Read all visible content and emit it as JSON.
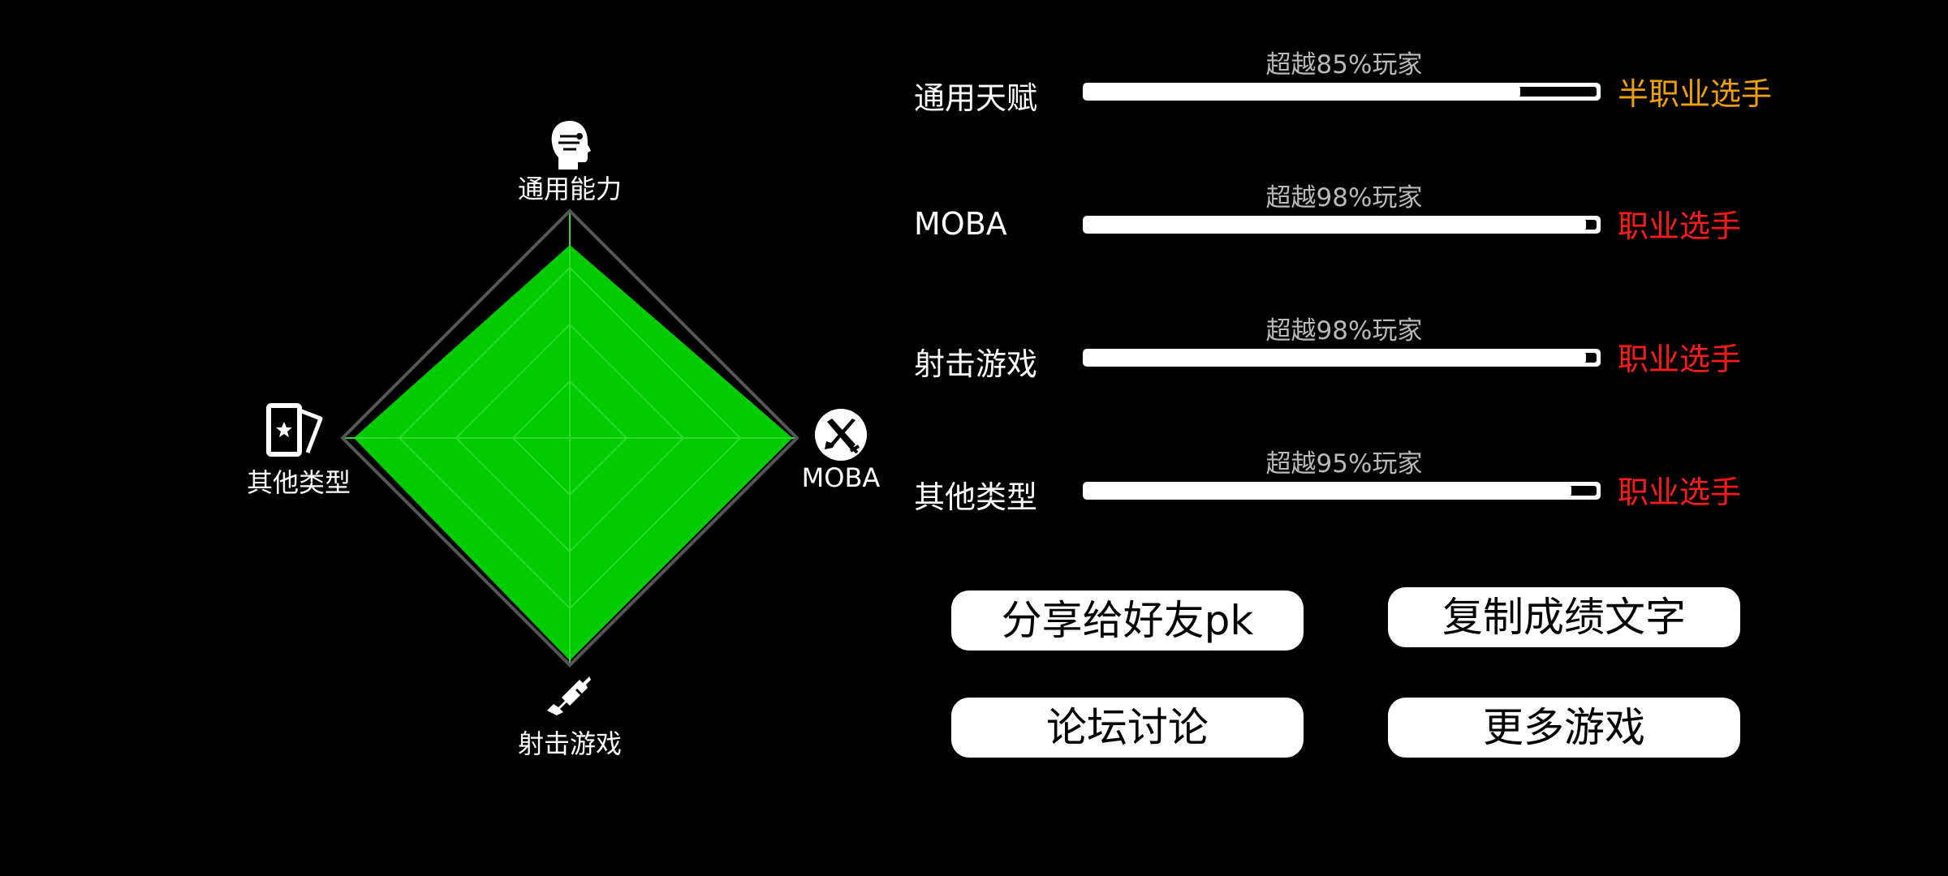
{
  "radar": {
    "axes": [
      {
        "key": "top",
        "label": "通用能力",
        "icon": "head-icon"
      },
      {
        "key": "right",
        "label": "MOBA",
        "icon": "crossed-swords-icon"
      },
      {
        "key": "bottom",
        "label": "射击游戏",
        "icon": "rifle-icon"
      },
      {
        "key": "left",
        "label": "其他类型",
        "icon": "card-star-icon"
      }
    ],
    "levels": 4
  },
  "chart_data": {
    "type": "radar",
    "categories": [
      "通用能力",
      "MOBA",
      "射击游戏",
      "其他类型"
    ],
    "series": [
      {
        "values": [
          0.85,
          0.98,
          0.98,
          0.95
        ],
        "color": "#00cc00"
      }
    ],
    "range": [
      0,
      1
    ],
    "grid": true
  },
  "rows": [
    {
      "name": "通用天赋",
      "caption": "超越85%玩家",
      "percent": 85,
      "rank": "半职业选手",
      "rank_color": "#f0a000"
    },
    {
      "name": "MOBA",
      "caption": "超越98%玩家",
      "percent": 98,
      "rank": "职业选手",
      "rank_color": "#ff1a1a"
    },
    {
      "name": "射击游戏",
      "caption": "超越98%玩家",
      "percent": 98,
      "rank": "职业选手",
      "rank_color": "#ff1a1a"
    },
    {
      "name": "其他类型",
      "caption": "超越95%玩家",
      "percent": 95,
      "rank": "职业选手",
      "rank_color": "#ff1a1a"
    }
  ],
  "buttons": {
    "share": "分享给好友pk",
    "copy": "复制成绩文字",
    "forum": "论坛讨论",
    "more": "更多游戏"
  },
  "colors": {
    "background": "#000000",
    "radar_fill": "#00cc00",
    "radar_outline": "#555555",
    "grid_line": "#2fd92f"
  }
}
